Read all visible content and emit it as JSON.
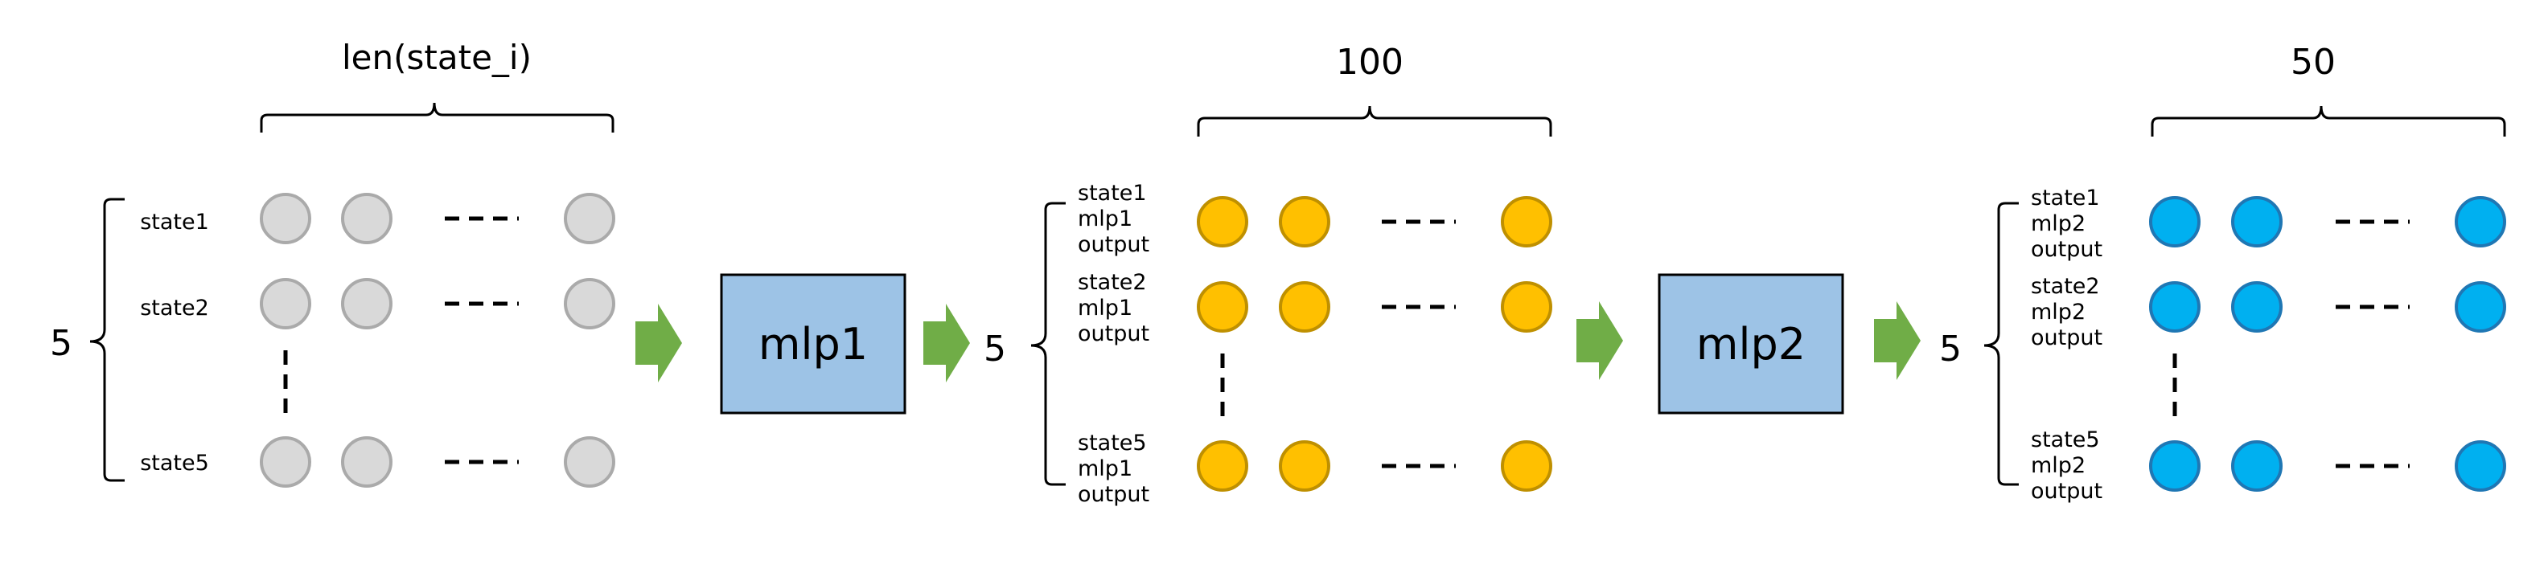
{
  "stages": [
    {
      "top_label": "len(state_i)",
      "count_label": "5",
      "node_fill": "#d9d9d9",
      "node_stroke": "#aaaaaa",
      "rows": [
        [
          "state1"
        ],
        [
          "state2"
        ],
        [
          "state5"
        ]
      ]
    },
    {
      "top_label": "100",
      "count_label": "5",
      "node_fill": "#ffc000",
      "node_stroke": "#bf9000",
      "rows": [
        [
          "state1",
          "mlp1",
          "output"
        ],
        [
          "state2",
          "mlp1",
          "output"
        ],
        [
          "state5",
          "mlp1",
          "output"
        ]
      ]
    },
    {
      "top_label": "50",
      "count_label": "5",
      "node_fill": "#00b0f0",
      "node_stroke": "#1f77b4",
      "rows": [
        [
          "state1",
          "mlp2",
          "output"
        ],
        [
          "state2",
          "mlp2",
          "output"
        ],
        [
          "state5",
          "mlp2",
          "output"
        ]
      ]
    }
  ],
  "blocks": [
    {
      "label": "mlp1"
    },
    {
      "label": "mlp2"
    }
  ],
  "colors": {
    "arrow": "#70ad47",
    "block_fill": "#9dc3e6",
    "block_stroke": "#000000",
    "line": "#000000"
  }
}
